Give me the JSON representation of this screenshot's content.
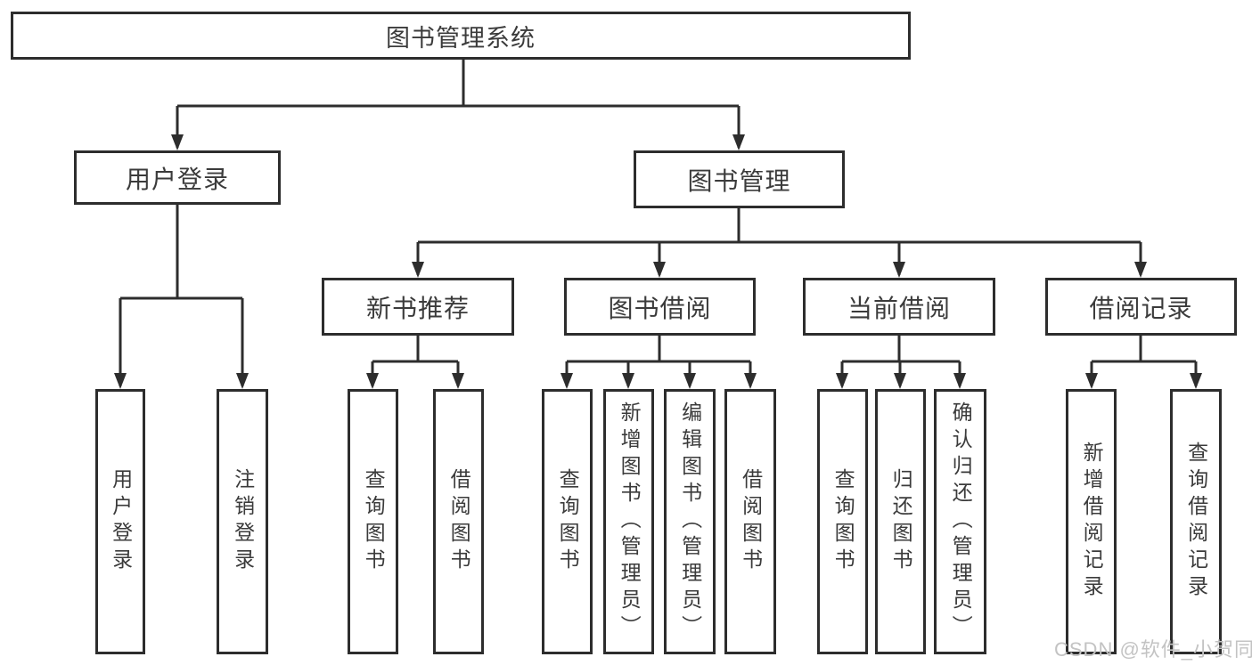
{
  "diagram": {
    "root": {
      "label": "图书管理系统"
    },
    "level2": [
      {
        "label": "用户登录"
      },
      {
        "label": "图书管理"
      }
    ],
    "level3": [
      {
        "label": "新书推荐"
      },
      {
        "label": "图书借阅"
      },
      {
        "label": "当前借阅"
      },
      {
        "label": "借阅记录"
      }
    ],
    "leaves": {
      "user_login": [
        "用户登录",
        "注销登录"
      ],
      "new_book": [
        "查询图书",
        "借阅图书"
      ],
      "borrow": [
        "查询图书",
        "新增图书（管理员）",
        "编辑图书（管理员）",
        "借阅图书"
      ],
      "current": [
        "查询图书",
        "归还图书",
        "确认归还（管理员）"
      ],
      "records": [
        "新增借阅记录",
        "查询借阅记录"
      ]
    }
  },
  "watermark": "CSDN @软件_小贺同学",
  "colors": {
    "line": "#2d2d2d",
    "text": "#3b3b3b",
    "watermark": "#c3c3c3",
    "background": "#ffffff"
  }
}
